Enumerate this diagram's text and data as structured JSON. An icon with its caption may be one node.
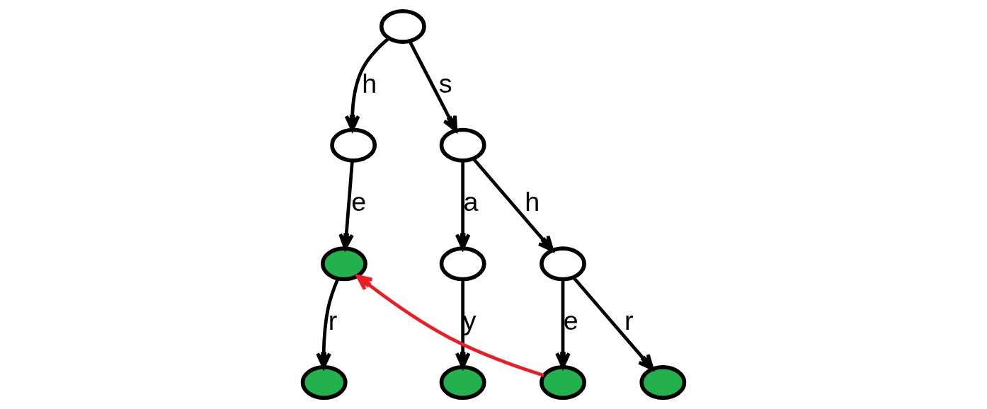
{
  "diagram": {
    "nodes": [
      {
        "text": [],
        "shape": "circle"
      },
      {
        "text": [],
        "shape": "circle"
      },
      {
        "text": [],
        "shape": "circle"
      },
      {
        "text": [],
        "shape": "circle"
      },
      {
        "text": [],
        "shape": "circle"
      },
      {
        "text": [],
        "shape": "circle"
      },
      {
        "text": [],
        "shape": "circle"
      },
      {
        "text": [],
        "shape": "circle"
      },
      {
        "text": [],
        "shape": "circle"
      },
      {
        "text": [],
        "shape": "circle"
      }
    ],
    "edges": [
      {
        "from": 0,
        "to": 1,
        "arrow": "to",
        "label": "h"
      },
      {
        "from": 0,
        "to": 2,
        "arrow": "to",
        "label": "s"
      },
      {
        "from": 1,
        "to": 3,
        "arrow": "to",
        "label": "e"
      },
      {
        "from": 2,
        "to": 4,
        "arrow": "to",
        "label": "a"
      },
      {
        "from": 2,
        "to": 5,
        "arrow": "to",
        "label": "h"
      },
      {
        "from": 3,
        "to": 6,
        "arrow": "to",
        "label": "r"
      },
      {
        "from": 4,
        "to": 7,
        "arrow": "to",
        "label": "y"
      },
      {
        "from": 5,
        "to": 8,
        "arrow": "to",
        "label": "e"
      },
      {
        "from": 5,
        "to": 9,
        "arrow": "to",
        "label": "r"
      },
      {
        "from": 8,
        "to": 3,
        "arrow": "to",
        "color": "#ed1c24"
      }
    ]
  }
}
